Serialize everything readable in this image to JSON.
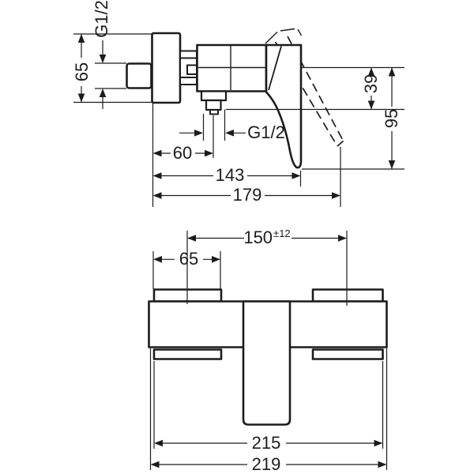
{
  "colors": {
    "line": "#1c1c1c",
    "background": "#ffffff"
  },
  "side_view": {
    "labels": {
      "inlet_thread": "G1/2",
      "escutcheon_height": "65",
      "outlet_offset_vertical": "39",
      "handle_drop": "95",
      "outlet_thread": "G1/2",
      "outlet_offset_horizontal": "60",
      "depth_handle_closed": "143",
      "depth_handle_open": "179"
    }
  },
  "plan_view": {
    "labels": {
      "hole_spacing": "150",
      "hole_spacing_tolerance": "±12",
      "escutcheon_width": "65",
      "width_across_escutcheons": "215",
      "overall_width": "219"
    }
  }
}
